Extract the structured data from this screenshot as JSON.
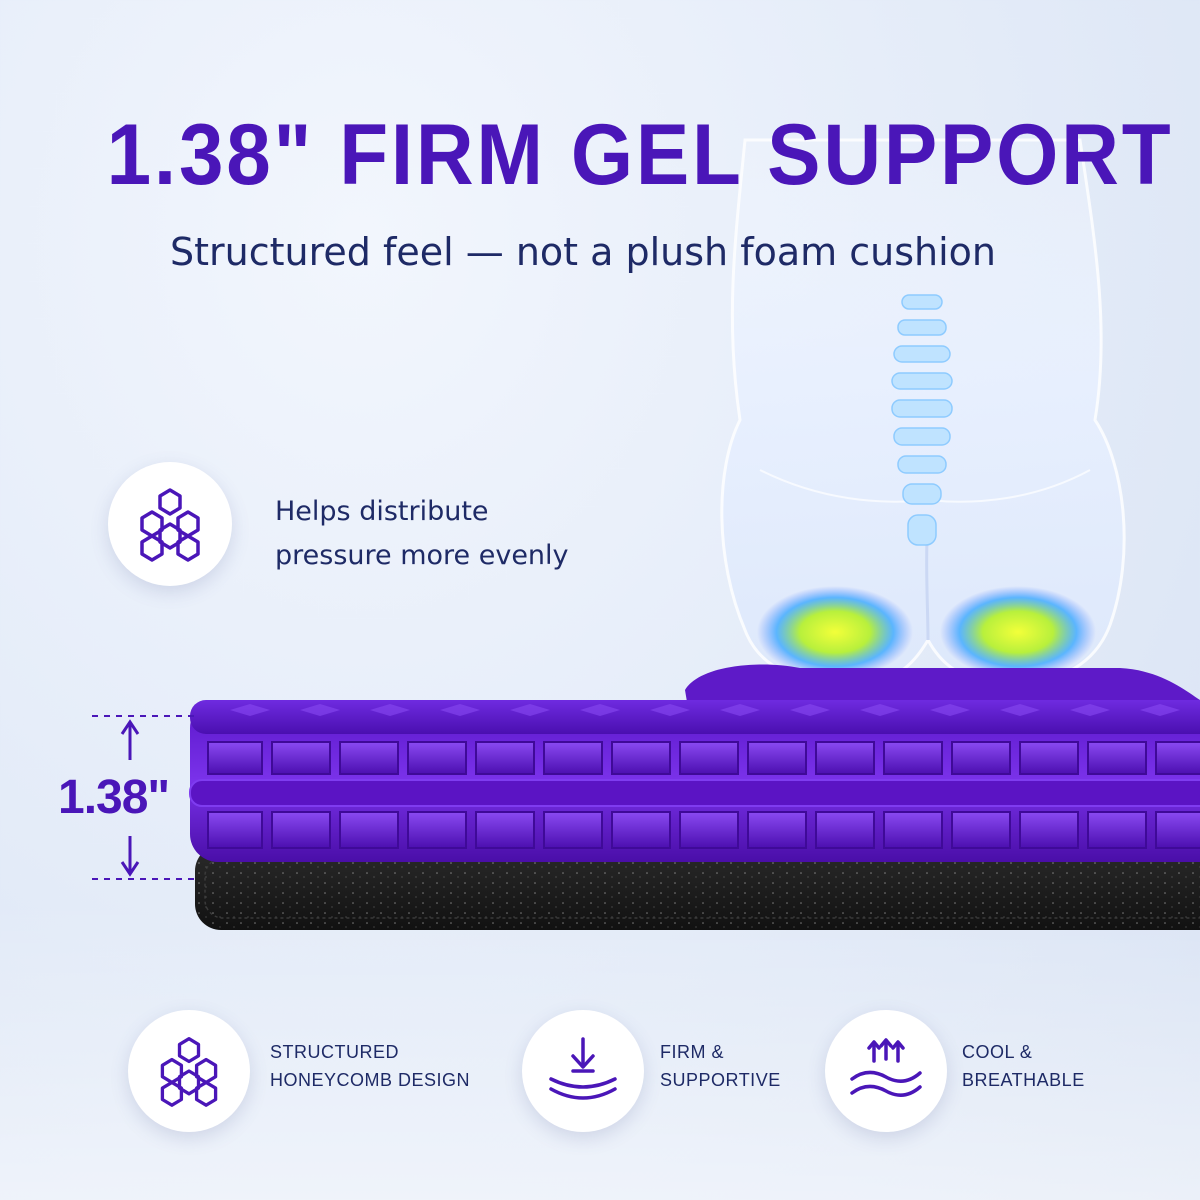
{
  "header": {
    "title": "1.38\" FIRM GEL SUPPORT",
    "subtitle": "Structured feel — not a plush foam cushion"
  },
  "feature": {
    "icon": "honeycomb-icon",
    "line1": "Helps distribute",
    "line2": "pressure more evenly"
  },
  "measurement": {
    "label": "1.38\""
  },
  "badges": [
    {
      "icon": "honeycomb-icon",
      "line1": "STRUCTURED",
      "line2": "HONEYCOMB DESIGN"
    },
    {
      "icon": "arrow-down-compress-icon",
      "line1": "FIRM &",
      "line2": "SUPPORTIVE"
    },
    {
      "icon": "airflow-waves-icon",
      "line1": "COOL &",
      "line2": "BREATHABLE"
    }
  ],
  "colors": {
    "brand_purple": "#4a16b8",
    "navy_text": "#1e2a66",
    "gel_purple": "#5b17c8",
    "base_black": "#1a1a1a",
    "background": "#e3ebf8"
  }
}
